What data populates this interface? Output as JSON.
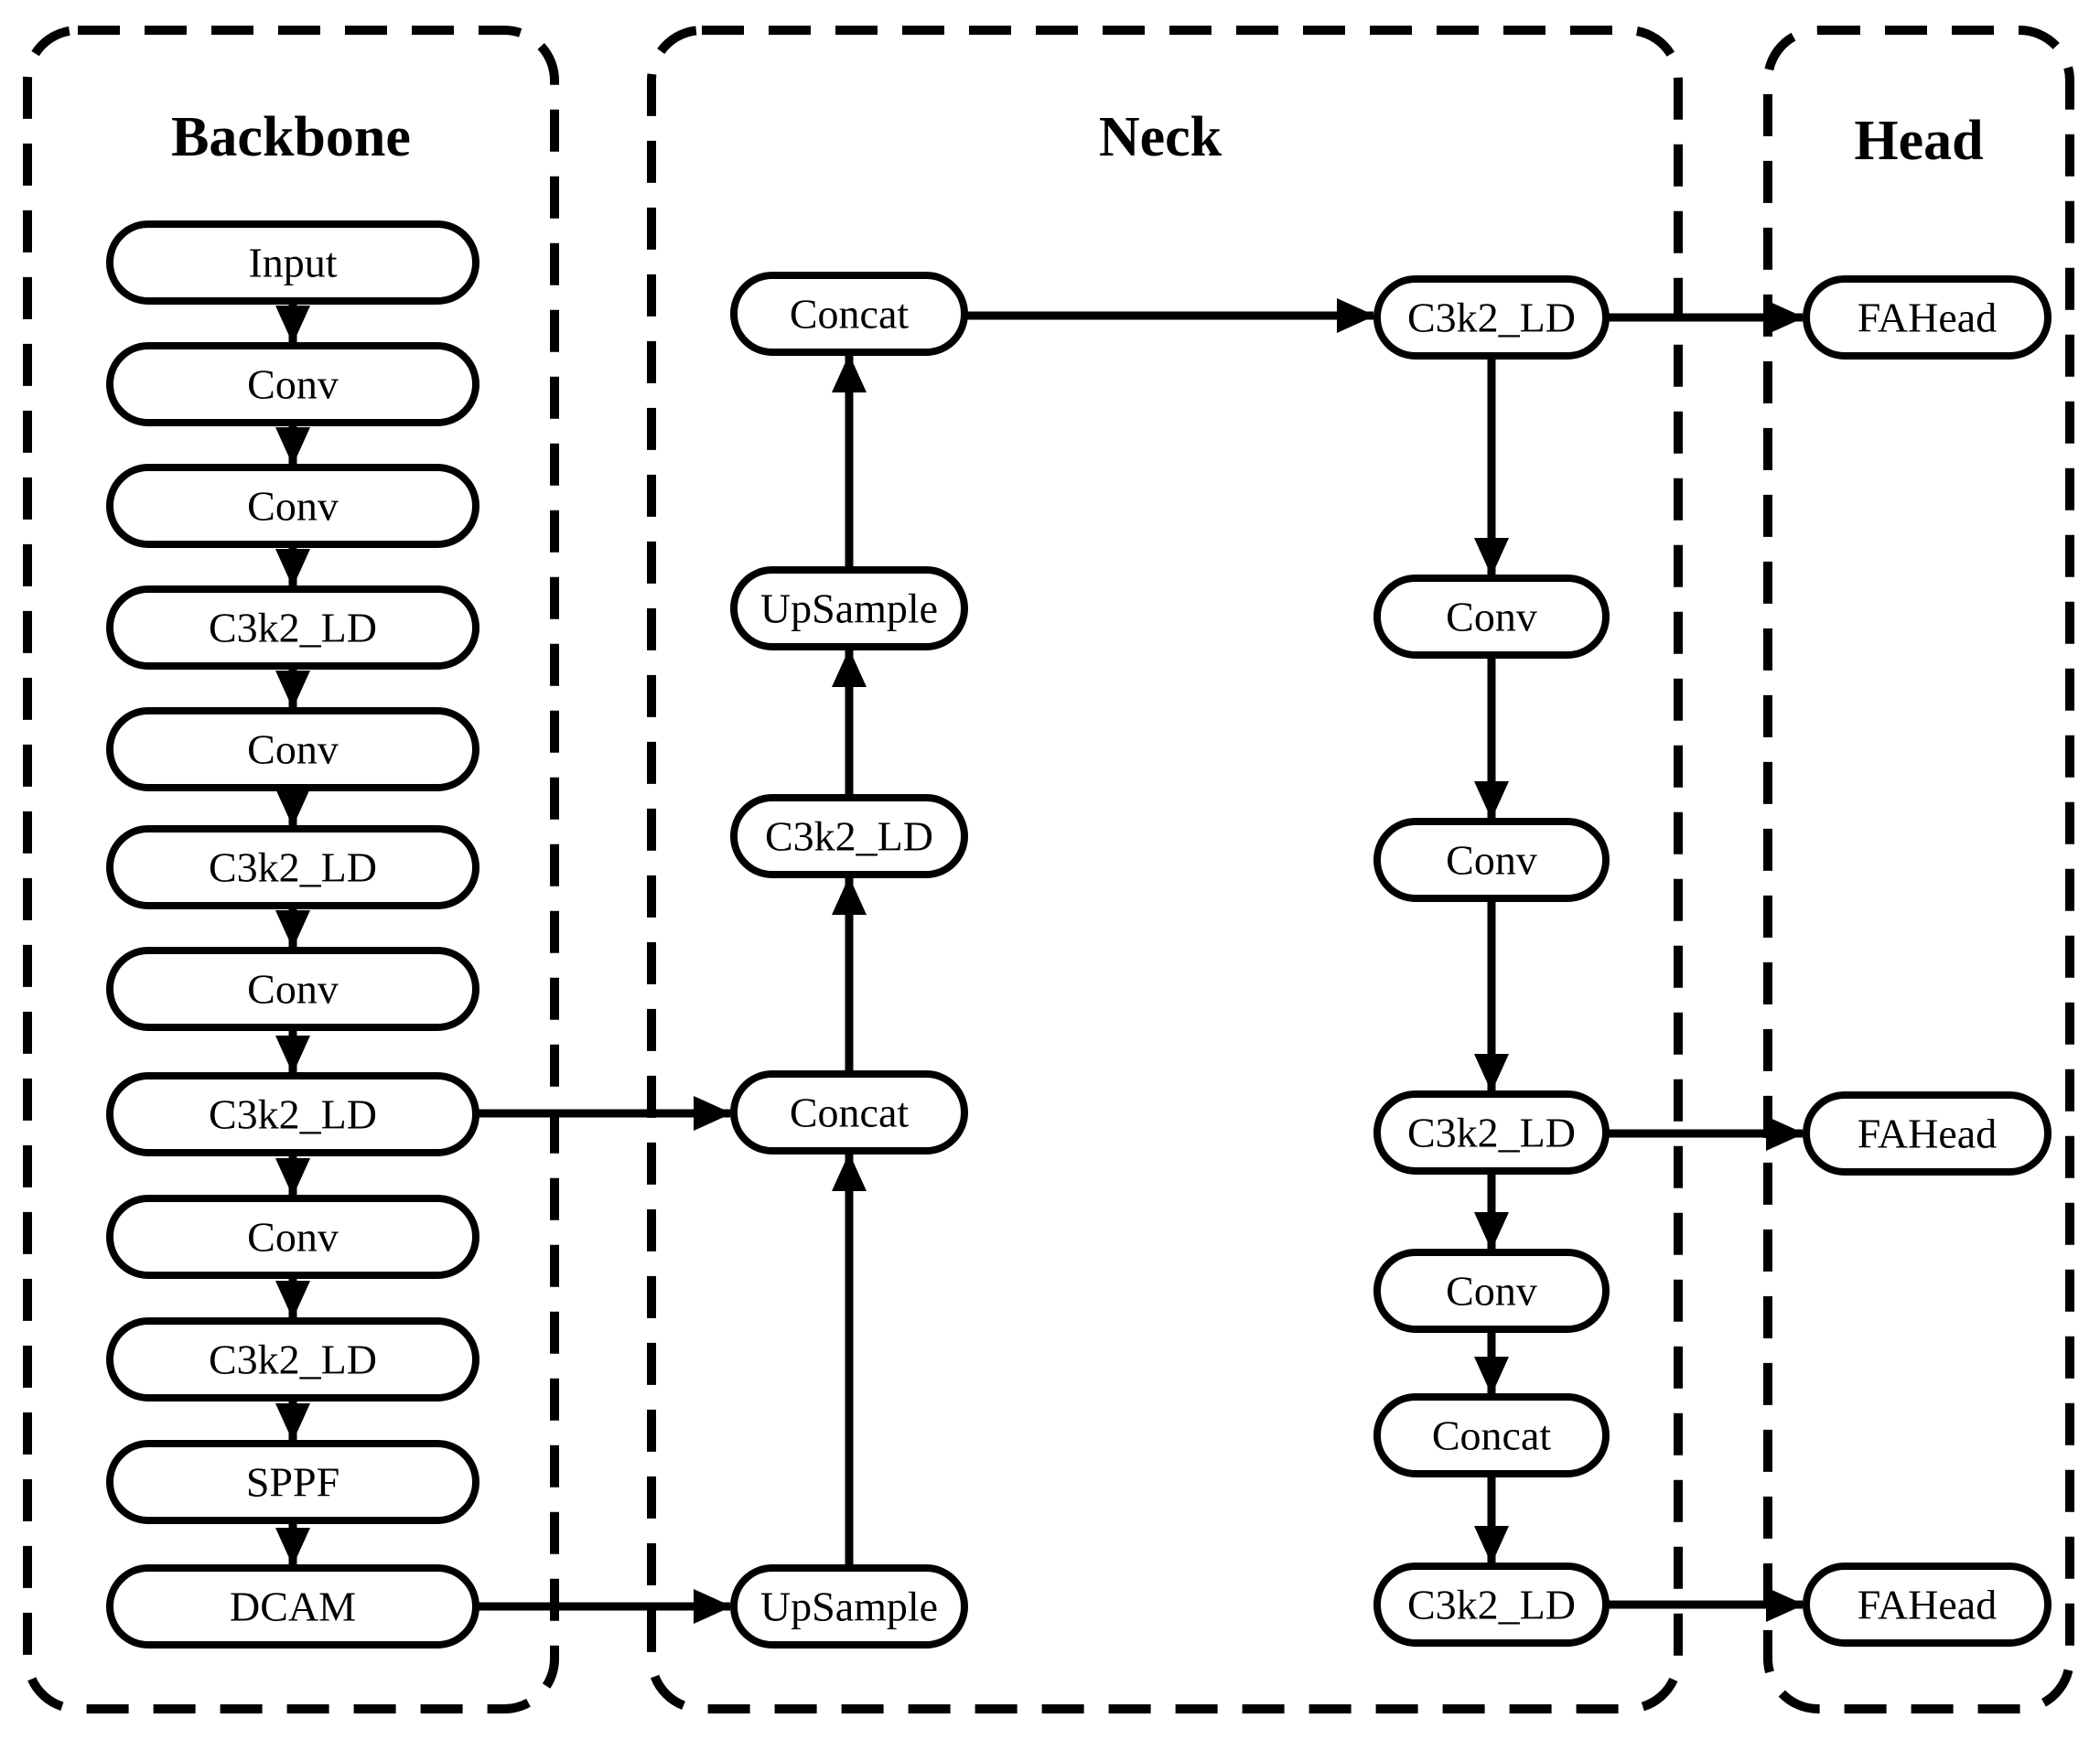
{
  "titles": {
    "backbone": "Backbone",
    "neck": "Neck",
    "head": "Head"
  },
  "nodes": {
    "backbone": [
      "Input",
      "Conv",
      "Conv",
      "C3k2_LD",
      "Conv",
      "C3k2_LD",
      "Conv",
      "C3k2_LD",
      "Conv",
      "C3k2_LD",
      "SPPF",
      "DCAM"
    ],
    "neck_left": [
      "Concat",
      "UpSample",
      "C3k2_LD",
      "Concat",
      "UpSample"
    ],
    "neck_right": [
      "C3k2_LD",
      "Conv",
      "Conv",
      "C3k2_LD",
      "Conv",
      "Concat",
      "C3k2_LD"
    ],
    "head": [
      "FAHead",
      "FAHead",
      "FAHead"
    ]
  },
  "edges": [
    {
      "from": "backbone.0",
      "to": "backbone.1"
    },
    {
      "from": "backbone.1",
      "to": "backbone.2"
    },
    {
      "from": "backbone.2",
      "to": "backbone.3"
    },
    {
      "from": "backbone.3",
      "to": "backbone.4"
    },
    {
      "from": "backbone.4",
      "to": "backbone.5"
    },
    {
      "from": "backbone.5",
      "to": "backbone.6"
    },
    {
      "from": "backbone.6",
      "to": "backbone.7"
    },
    {
      "from": "backbone.7",
      "to": "backbone.8"
    },
    {
      "from": "backbone.8",
      "to": "backbone.9"
    },
    {
      "from": "backbone.9",
      "to": "backbone.10"
    },
    {
      "from": "backbone.10",
      "to": "backbone.11"
    },
    {
      "from": "backbone.7",
      "to": "neck_left.3"
    },
    {
      "from": "backbone.11",
      "to": "neck_left.4"
    },
    {
      "from": "neck_left.4",
      "to": "neck_left.3"
    },
    {
      "from": "neck_left.3",
      "to": "neck_left.2"
    },
    {
      "from": "neck_left.2",
      "to": "neck_left.1"
    },
    {
      "from": "neck_left.1",
      "to": "neck_left.0"
    },
    {
      "from": "neck_left.0",
      "to": "neck_right.0"
    },
    {
      "from": "neck_right.0",
      "to": "head.0"
    },
    {
      "from": "neck_right.0",
      "to": "neck_right.1"
    },
    {
      "from": "neck_right.1",
      "to": "neck_right.2"
    },
    {
      "from": "neck_right.2",
      "to": "neck_right.3"
    },
    {
      "from": "neck_right.3",
      "to": "head.1"
    },
    {
      "from": "neck_right.3",
      "to": "neck_right.4"
    },
    {
      "from": "neck_right.4",
      "to": "neck_right.5"
    },
    {
      "from": "neck_right.5",
      "to": "neck_right.6"
    },
    {
      "from": "neck_right.6",
      "to": "head.2"
    }
  ],
  "colors": {
    "ink": "#000000",
    "paper": "#ffffff"
  }
}
